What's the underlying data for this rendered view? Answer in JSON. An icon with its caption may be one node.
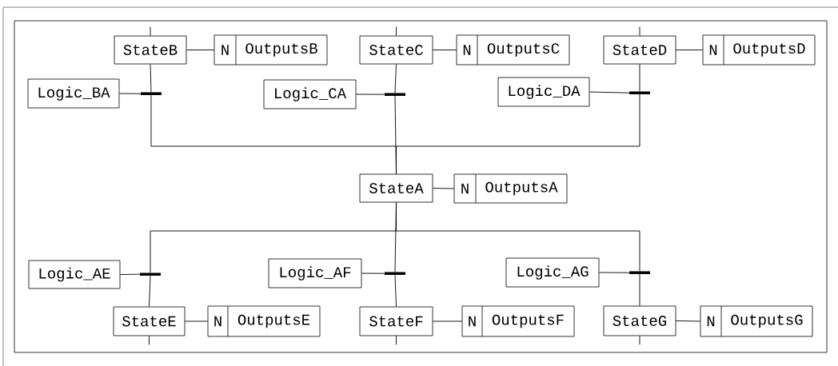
{
  "diagram": {
    "nodes": [
      {
        "text": [
          "StateB"
        ]
      },
      {
        "text": [
          "N",
          "OutputsB"
        ]
      },
      {
        "text": [
          "StateC"
        ]
      },
      {
        "text": [
          "N",
          "OutputsC"
        ]
      },
      {
        "text": [
          "StateD"
        ]
      },
      {
        "text": [
          "N",
          "OutputsD"
        ]
      },
      {
        "text": [
          "Logic_BA"
        ]
      },
      {
        "text": [],
        "shape": "bar"
      },
      {
        "text": [
          "Logic_CA"
        ]
      },
      {
        "text": [],
        "shape": "bar"
      },
      {
        "text": [
          "Logic_DA"
        ]
      },
      {
        "text": [],
        "shape": "bar"
      },
      {
        "text": [
          "StateA"
        ]
      },
      {
        "text": [
          "N",
          "OutputsA"
        ]
      },
      {
        "text": [
          "Logic_AE"
        ]
      },
      {
        "text": [],
        "shape": "bar"
      },
      {
        "text": [
          "Logic_AF"
        ]
      },
      {
        "text": [],
        "shape": "bar"
      },
      {
        "text": [
          "Logic_AG"
        ]
      },
      {
        "text": [],
        "shape": "bar"
      },
      {
        "text": [
          "StateE"
        ]
      },
      {
        "text": [
          "N",
          "OutputsE"
        ]
      },
      {
        "text": [
          "StateF"
        ]
      },
      {
        "text": [
          "N",
          "OutputsF"
        ]
      },
      {
        "text": [
          "StateG"
        ]
      },
      {
        "text": [
          "N",
          "OutputsG"
        ]
      }
    ],
    "edges": [
      {
        "from": null,
        "to": 0,
        "arrow": "none"
      },
      {
        "from": null,
        "to": 2,
        "arrow": "none"
      },
      {
        "from": null,
        "to": 4,
        "arrow": "none"
      },
      {
        "from": 0,
        "to": 1,
        "arrow": "none"
      },
      {
        "from": 2,
        "to": 3,
        "arrow": "none"
      },
      {
        "from": 4,
        "to": 5,
        "arrow": "none"
      },
      {
        "from": 0,
        "to": 7,
        "arrow": "none"
      },
      {
        "from": 2,
        "to": 9,
        "arrow": "none"
      },
      {
        "from": 4,
        "to": 11,
        "arrow": "none"
      },
      {
        "from": 6,
        "to": 7,
        "arrow": "none"
      },
      {
        "from": 8,
        "to": 9,
        "arrow": "none"
      },
      {
        "from": 10,
        "to": 11,
        "arrow": "none"
      },
      {
        "from": 7,
        "to": 12,
        "arrow": "none"
      },
      {
        "from": 9,
        "to": 12,
        "arrow": "none"
      },
      {
        "from": 11,
        "to": 12,
        "arrow": "none"
      },
      {
        "from": 12,
        "to": 13,
        "arrow": "none"
      },
      {
        "from": 12,
        "to": 15,
        "arrow": "none"
      },
      {
        "from": 12,
        "to": 17,
        "arrow": "none"
      },
      {
        "from": 12,
        "to": 19,
        "arrow": "none"
      },
      {
        "from": 14,
        "to": 15,
        "arrow": "none"
      },
      {
        "from": 16,
        "to": 17,
        "arrow": "none"
      },
      {
        "from": 18,
        "to": 19,
        "arrow": "none"
      },
      {
        "from": 15,
        "to": 20,
        "arrow": "none"
      },
      {
        "from": 17,
        "to": 22,
        "arrow": "none"
      },
      {
        "from": 19,
        "to": 24,
        "arrow": "none"
      },
      {
        "from": 20,
        "to": 21,
        "arrow": "none"
      },
      {
        "from": 22,
        "to": 23,
        "arrow": "none"
      },
      {
        "from": 24,
        "to": 25,
        "arrow": "none"
      },
      {
        "from": 20,
        "to": null,
        "arrow": "none"
      },
      {
        "from": 22,
        "to": null,
        "arrow": "none"
      },
      {
        "from": 24,
        "to": null,
        "arrow": "none"
      }
    ]
  }
}
